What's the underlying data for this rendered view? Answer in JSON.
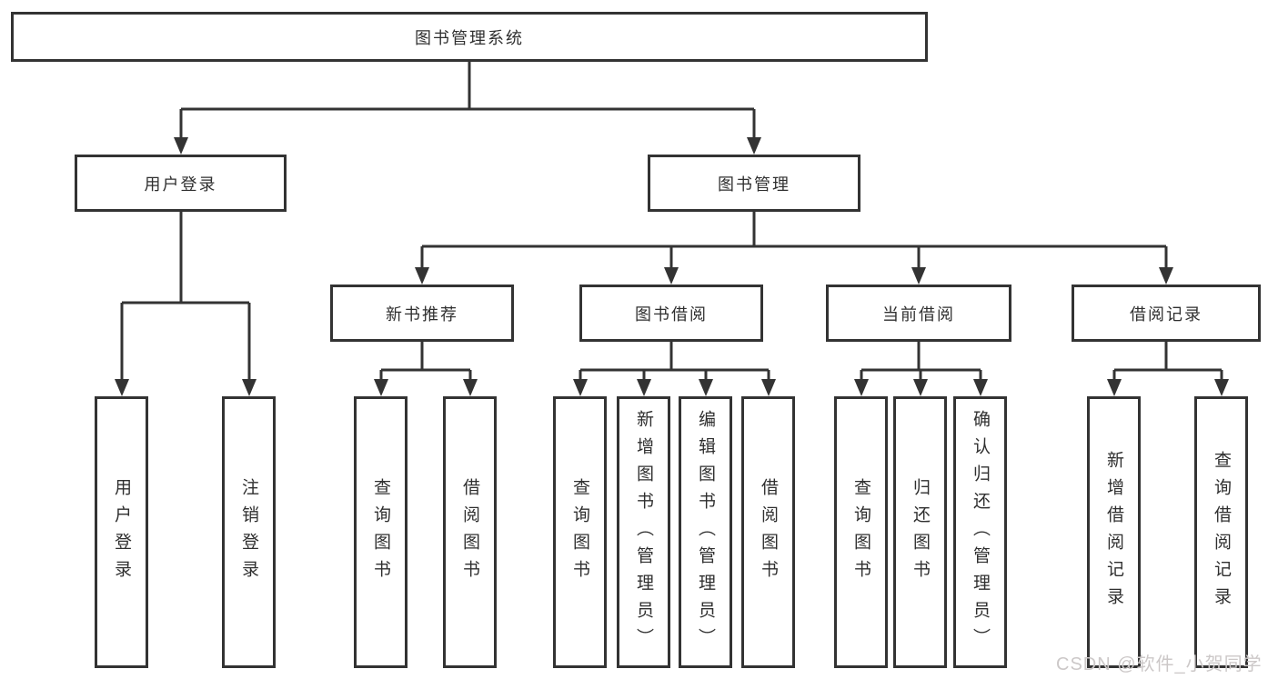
{
  "diagram_title": "图书管理系统",
  "tree": {
    "root": {
      "label": "图书管理系统"
    },
    "level2": [
      {
        "label": "用户登录"
      },
      {
        "label": "图书管理"
      }
    ],
    "level3": [
      {
        "label": "新书推荐",
        "parent": "图书管理"
      },
      {
        "label": "图书借阅",
        "parent": "图书管理"
      },
      {
        "label": "当前借阅",
        "parent": "图书管理"
      },
      {
        "label": "借阅记录",
        "parent": "图书管理"
      }
    ],
    "leaves": [
      {
        "label": "用户登录",
        "parent": "用户登录"
      },
      {
        "label": "注销登录",
        "parent": "用户登录"
      },
      {
        "label": "查询图书",
        "parent": "新书推荐"
      },
      {
        "label": "借阅图书",
        "parent": "新书推荐"
      },
      {
        "label": "查询图书",
        "parent": "图书借阅"
      },
      {
        "label": "新增图书（管理员）",
        "parent": "图书借阅"
      },
      {
        "label": "编辑图书（管理员）",
        "parent": "图书借阅"
      },
      {
        "label": "借阅图书",
        "parent": "图书借阅"
      },
      {
        "label": "查询图书",
        "parent": "当前借阅"
      },
      {
        "label": "归还图书",
        "parent": "当前借阅"
      },
      {
        "label": "确认归还（管理员）",
        "parent": "当前借阅"
      },
      {
        "label": "新增借阅记录",
        "parent": "借阅记录"
      },
      {
        "label": "查询借阅记录",
        "parent": "借阅记录"
      }
    ]
  },
  "watermark": {
    "text": "CSDN @软件_小贺同学"
  },
  "colors": {
    "line": "#333333",
    "box_border": "#333333",
    "text": "#2f2f2f",
    "watermark": "#ccc8c8",
    "background": "#ffffff"
  }
}
